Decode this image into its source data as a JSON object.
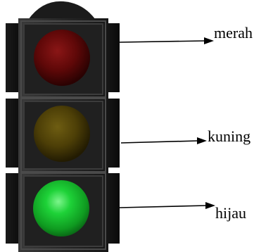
{
  "lights": [
    {
      "label": "merah",
      "color": "#6b0a0a",
      "state": "off"
    },
    {
      "label": "kuning",
      "color": "#5a4a08",
      "state": "off"
    },
    {
      "label": "hijau",
      "color": "#17c12e",
      "state": "on"
    }
  ]
}
